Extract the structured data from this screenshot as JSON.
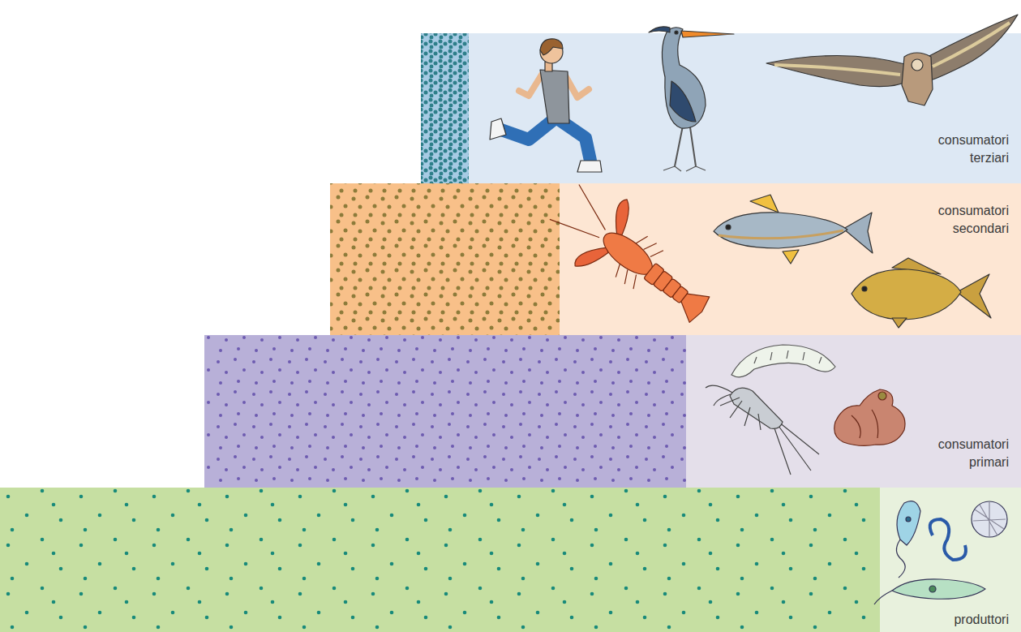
{
  "diagram": {
    "nodes": [
      {
        "text": [
          "consumatori terziari"
        ]
      },
      {
        "text": [
          "consumatori secondari"
        ]
      },
      {
        "text": [
          "consumatori primari"
        ]
      },
      {
        "text": [
          "produttori"
        ]
      }
    ]
  }
}
